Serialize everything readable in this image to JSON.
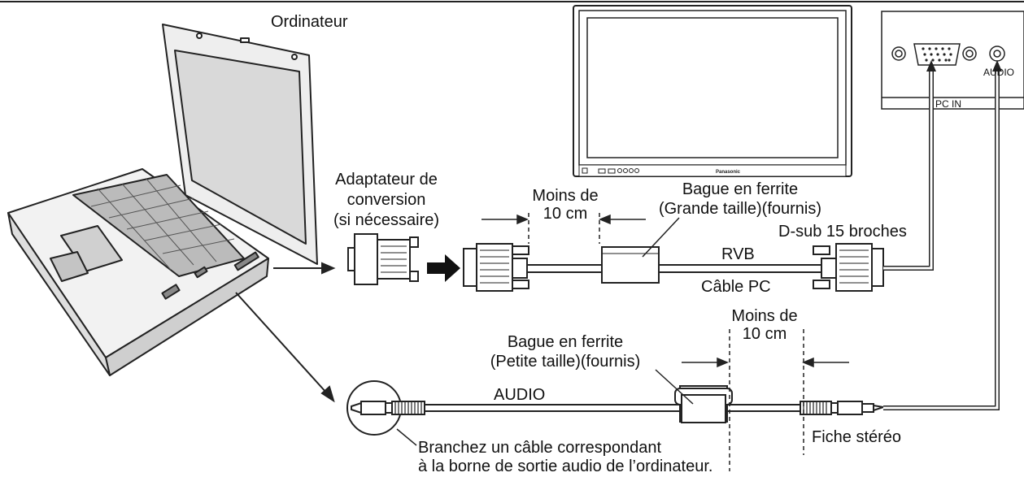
{
  "labels": {
    "computer": "Ordinateur",
    "adapter": [
      "Adaptateur de",
      "conversion",
      "(si nécessaire)"
    ],
    "less_than_top": [
      "Moins de",
      "10 cm"
    ],
    "ferrite_large": [
      "Bague en ferrite",
      "(Grande taille)(fournis)"
    ],
    "dsub": "D-sub 15 broches",
    "rgb": "RVB",
    "pc_cable": "Câble PC",
    "less_than_bottom": [
      "Moins de",
      "10 cm"
    ],
    "ferrite_small": [
      "Bague en ferrite",
      "(Petite taille)(fournis)"
    ],
    "audio_cable": "AUDIO",
    "stereo_plug": "Fiche stéréo",
    "note": [
      "Branchez un câble correspondant",
      "à la borne de sortie audio de l’ordinateur."
    ],
    "panel_pc_in": "PC IN",
    "panel_audio": "AUDIO",
    "monitor_brand": "Panasonic"
  },
  "icons": {
    "laptop": "laptop-icon",
    "monitor": "display-monitor-icon",
    "adapter": "conversion-adapter-icon",
    "ferrite": "ferrite-core-icon",
    "stereo_plug": "stereo-plug-icon"
  }
}
